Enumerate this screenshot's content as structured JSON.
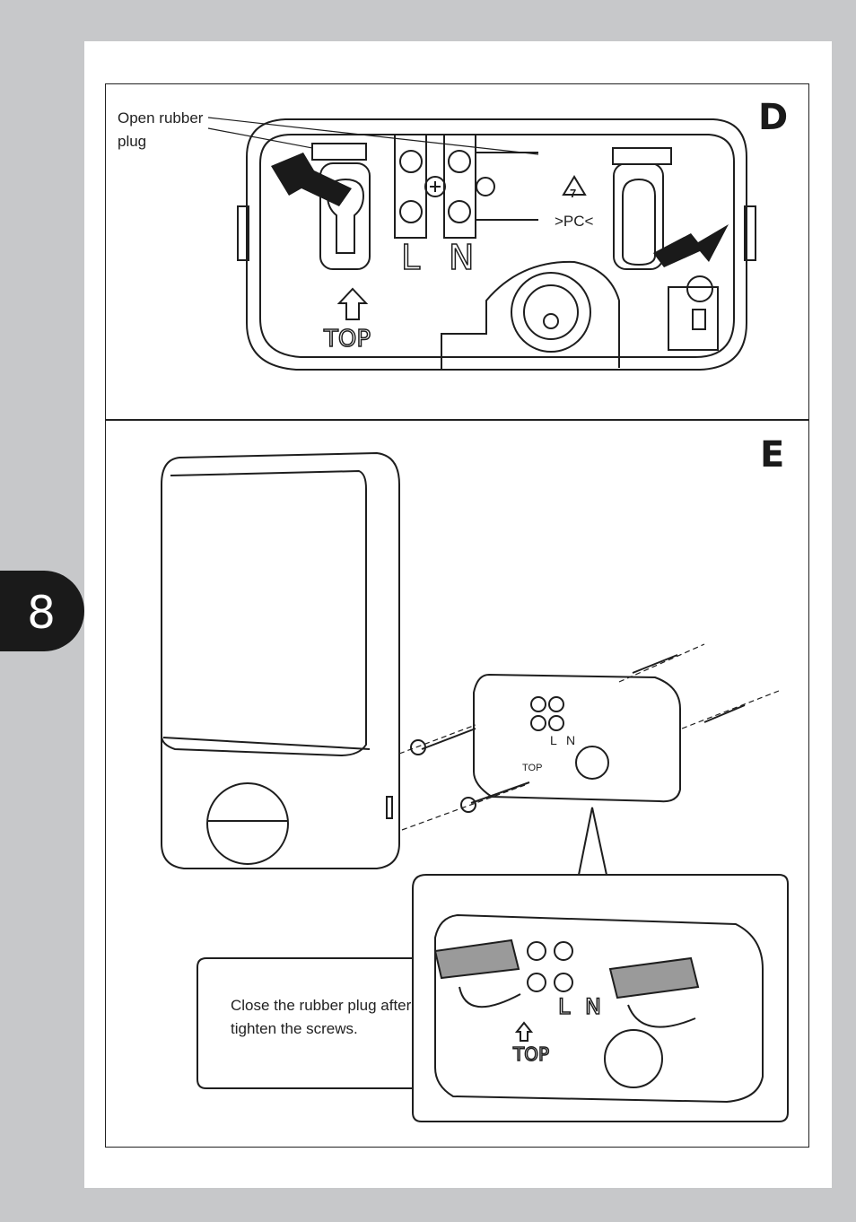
{
  "page_number": "8",
  "panel_d": {
    "letter": "D",
    "callout": "Open rubber plug",
    "callout_line1": "Open rubber",
    "callout_line2": "plug",
    "terminal_labels": [
      "L",
      "N"
    ],
    "recycle_code": "7",
    "material_mark": ">PC<",
    "orientation_label": "TOP"
  },
  "panel_e": {
    "letter": "E",
    "instruction_line1": "Close the rubber plug after",
    "instruction_line2": "tighten the screws.",
    "small_top_label": "TOP",
    "small_terminal_labels": [
      "L",
      "N"
    ],
    "zoom_top_label": "TOP",
    "zoom_terminal_labels": [
      "L",
      "N"
    ]
  },
  "icons": [
    "arrow-up-icon",
    "recycle-icon",
    "screw-icon",
    "wall-plug-icon",
    "rotate-arrow-icon"
  ],
  "colors": {
    "tab_background": "#1a1a1a",
    "page_background": "#c7c8ca",
    "plug_gray": "#9a9a9a"
  }
}
